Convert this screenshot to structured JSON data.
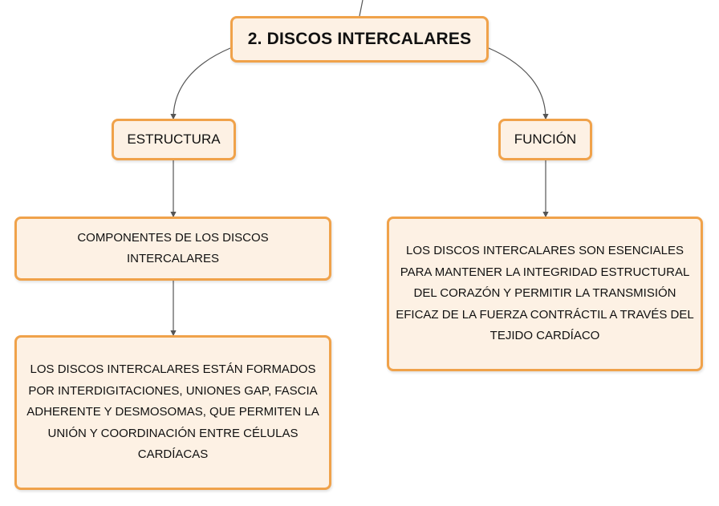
{
  "diagram": {
    "root": {
      "label": "2. DISCOS INTERCALARES"
    },
    "estructura": {
      "label": "ESTRUCTURA",
      "componentes": {
        "label": "COMPONENTES DE LOS DISCOS INTERCALARES",
        "descripcion": "LOS DISCOS INTERCALARES ESTÁN FORMADOS POR INTERDIGITACIONES, UNIONES GAP, FASCIA ADHERENTE Y DESMOSOMAS, QUE PERMITEN LA UNIÓN Y COORDINACIÓN ENTRE CÉLULAS CARDÍACAS"
      }
    },
    "funcion": {
      "label": "FUNCIÓN",
      "descripcion": "LOS DISCOS INTERCALARES SON ESENCIALES PARA MANTENER LA INTEGRIDAD ESTRUCTURAL DEL CORAZÓN Y PERMITIR LA TRANSMISIÓN EFICAZ DE LA FUERZA CONTRÁCTIL A TRAVÉS DEL TEJIDO CARDÍACO"
    },
    "colors": {
      "node_fill": "#fdf1e4",
      "node_border": "#f0a24a",
      "connector": "#555555"
    }
  }
}
